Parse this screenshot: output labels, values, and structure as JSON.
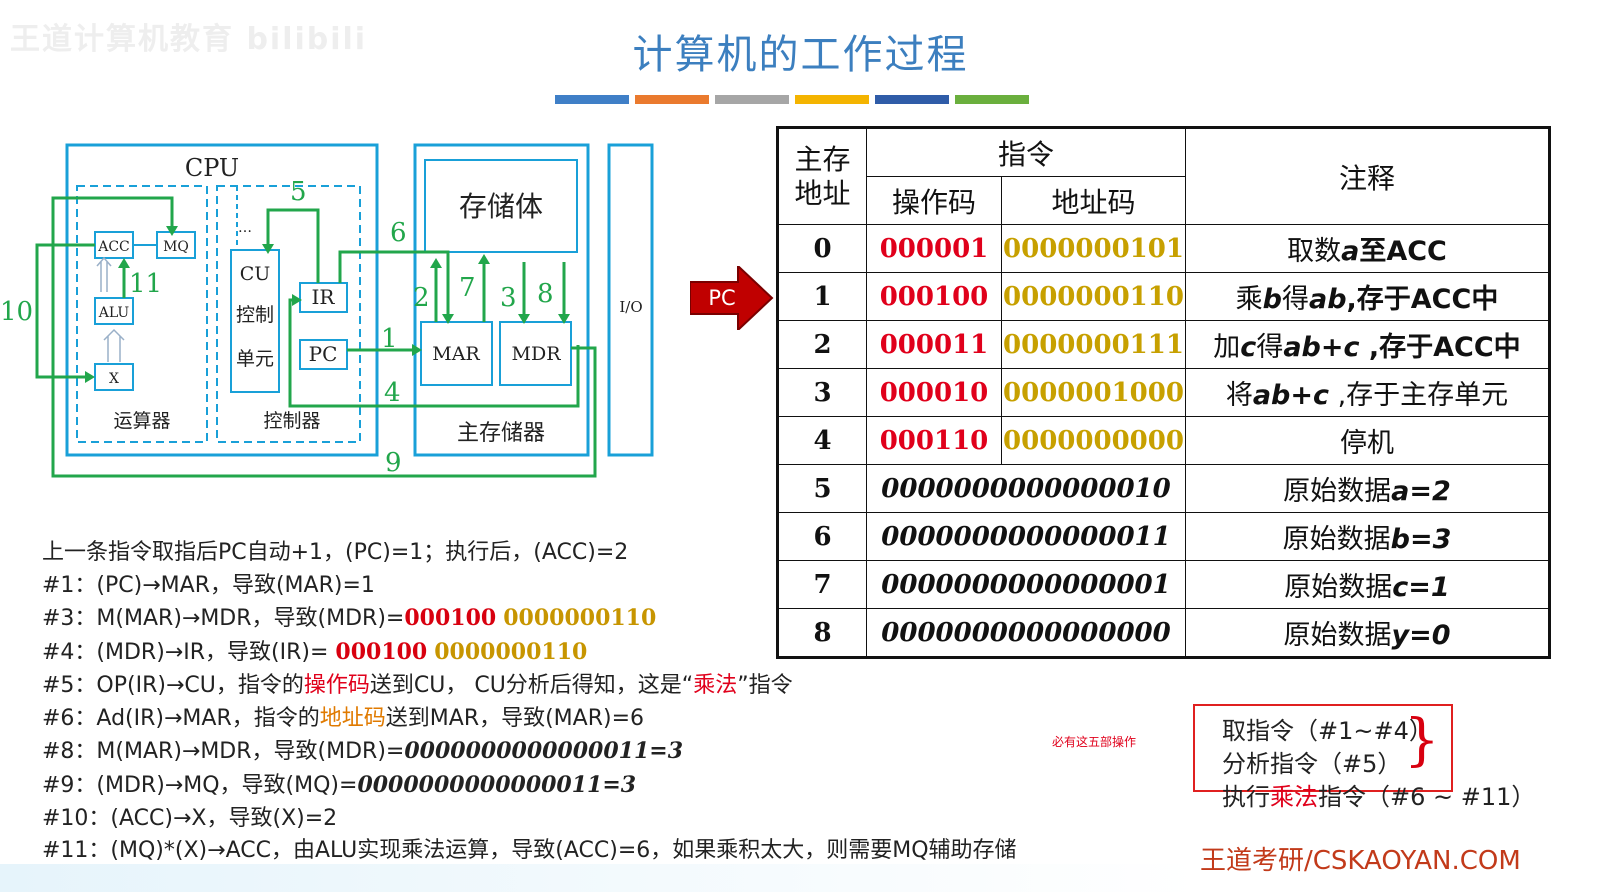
{
  "watermark": "王道计算机教育 bilibili",
  "title": "计算机的工作过程",
  "title_bar_colors": [
    "#3f7fc7",
    "#ea7a2e",
    "#a6a6a6",
    "#f4b400",
    "#2f5ca8",
    "#6aaf3d"
  ],
  "diagram": {
    "cpu": "CPU",
    "acc": "ACC",
    "mq": "MQ",
    "alu": "ALU",
    "x": "X",
    "alu_unit": "运算器",
    "cu": "CU",
    "cu_line2": "控制",
    "cu_line3": "单元",
    "ir": "IR",
    "pc": "PC",
    "controller": "控制器",
    "storage": "存储体",
    "mar": "MAR",
    "mdr": "MDR",
    "main_memory": "主存储器",
    "io": "I/O",
    "dots": "…",
    "numbers": [
      "1",
      "2",
      "3",
      "4",
      "5",
      "6",
      "7",
      "8",
      "9",
      "10",
      "11"
    ]
  },
  "pc_arrow_label": "PC",
  "table": {
    "headers": {
      "address": "主存\n地址",
      "instruction": "指令",
      "opcode": "操作码",
      "addrcode": "地址码",
      "comment": "注释"
    },
    "rows": [
      {
        "addr": "0",
        "op": "000001",
        "ad": "0000000101",
        "note_a": "取数",
        "note_i": "a",
        "note_b": "至ACC"
      },
      {
        "addr": "1",
        "op": "000100",
        "ad": "0000000110",
        "note_a": "乘",
        "note_i": "b",
        "note_b": "得",
        "note_i2": "ab",
        "note_c": ",存于ACC中"
      },
      {
        "addr": "2",
        "op": "000011",
        "ad": "0000000111",
        "note_a": "加",
        "note_i": "c",
        "note_b": "得",
        "note_i2": "ab+c",
        "note_c": " ,存于ACC中"
      },
      {
        "addr": "3",
        "op": "000010",
        "ad": "0000001000",
        "note_a": "将",
        "note_i": "ab+c",
        "note_b": " ,存于主存单元"
      },
      {
        "addr": "4",
        "op": "000110",
        "ad": "0000000000",
        "note_a": "停机"
      },
      {
        "addr": "5",
        "data": "0000000000000010",
        "note_a": "原始数据",
        "note_i": "a=2"
      },
      {
        "addr": "6",
        "data": "0000000000000011",
        "note_a": "原始数据",
        "note_i": "b=3"
      },
      {
        "addr": "7",
        "data": "0000000000000001",
        "note_a": "原始数据",
        "note_i": "c=1"
      },
      {
        "addr": "8",
        "data": "0000000000000000",
        "note_a": "原始数据",
        "note_i": "y=0"
      }
    ]
  },
  "steps": {
    "l0": "上一条指令取指后PC自动+1，(PC)=1；执行后，(ACC)=2",
    "l1": "#1：(PC)→MAR，导致(MAR)=1",
    "l2a": "#3：M(MAR)→MDR，导致(MDR)=",
    "l2b": "000100",
    "l2c": "0000000110",
    "l3a": "#4：(MDR)→IR，导致(IR)= ",
    "l3b": "000100",
    "l3c": "0000000110",
    "l4a": "#5：OP(IR)→CU，指令的",
    "l4b": "操作码",
    "l4c": "送到CU， CU分析后得知，这是“",
    "l4d": "乘法",
    "l4e": "”指令",
    "l5a": "#6：Ad(IR)→MAR，指令的",
    "l5b": "地址码",
    "l5c": "送到MAR，导致(MAR)=6",
    "l6a": "#8：M(MAR)→MDR，导致(MDR)=",
    "l6b": "0000000000000011=3",
    "l7a": "#9：(MDR)→MQ，导致(MQ)=",
    "l7b": "0000000000000011=3",
    "l8": "#10：(ACC)→X，导致(X)=2",
    "l9": "#11：(MQ)*(X)→ACC，由ALU实现乘法运算，导致(ACC)=6，如果乘积太大，则需要MQ辅助存储"
  },
  "small_note": "必有这五部操作",
  "phases": {
    "p1": "取指令（#1~#4）",
    "p2": "分析指令（#5）",
    "p3a": "执行",
    "p3b": "乘法",
    "p3c": "指令（#6 ~ #11）"
  },
  "brand": "王道考研/CSKAOYAN.COM"
}
